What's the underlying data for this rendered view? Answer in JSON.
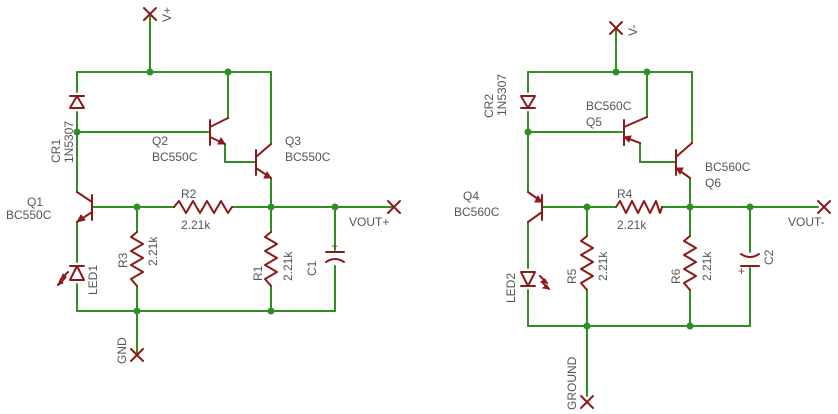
{
  "colors": {
    "wire": "#2f8f22",
    "component": "#8b1a1a",
    "text": "#555555"
  },
  "left": {
    "vplus": "V+",
    "cr1_name": "CR1",
    "cr1_value": "1N5307",
    "q1_name": "Q1",
    "q1_value": "BC550C",
    "q2_name": "Q2",
    "q2_value": "BC550C",
    "q3_name": "Q3",
    "q3_value": "BC550C",
    "r2_name": "R2",
    "r2_value": "2.21k",
    "r3_name": "R3",
    "r3_value": "2.21k",
    "r1_name": "R1",
    "r1_value": "2.21k",
    "c1_name": "C1",
    "c1_plus": "+",
    "led1_name": "LED1",
    "vout": "VOUT+",
    "gnd": "GND"
  },
  "right": {
    "vminus": "V-",
    "cr2_name": "CR2",
    "cr2_value": "1N5307",
    "q5_value": "BC560C",
    "q5_name": "Q5",
    "q6_value": "BC560C",
    "q6_name": "Q6",
    "q4_name": "Q4",
    "q4_value": "BC560C",
    "r4_name": "R4",
    "r4_value": "2.21k",
    "r5_name": "R5",
    "r5_value": "2.21k",
    "r6_name": "R6",
    "r6_value": "2.21k",
    "c2_name": "C2",
    "c2_plus": "+",
    "led2_name": "LED2",
    "vout": "VOUT-",
    "ground": "GROUND"
  }
}
